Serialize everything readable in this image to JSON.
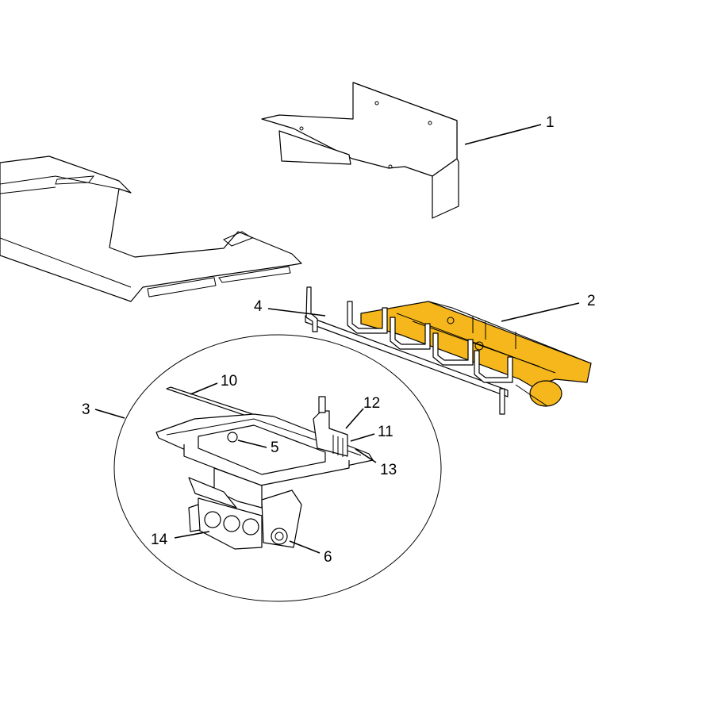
{
  "callouts": {
    "c1": "1",
    "c2": "2",
    "c3": "3",
    "c4": "4",
    "c5": "5",
    "c6": "6",
    "c10": "10",
    "c11": "11",
    "c12": "12",
    "c13": "13",
    "c14": "14"
  },
  "colors": {
    "highlight": "#f5b71b",
    "line": "#000000",
    "background": "#ffffff"
  }
}
